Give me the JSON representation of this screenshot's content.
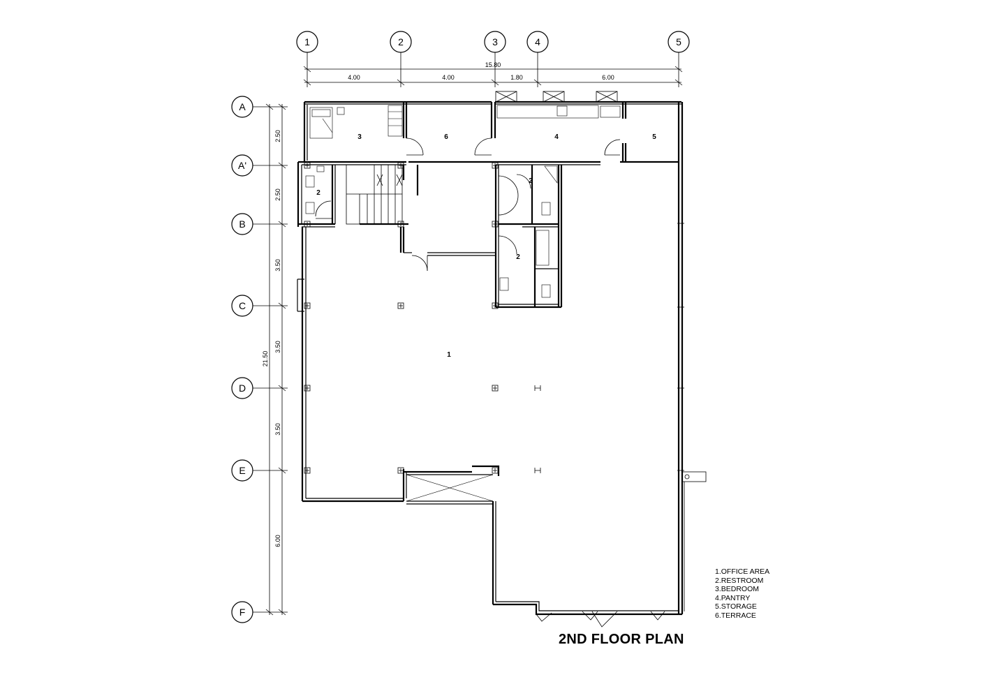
{
  "title": "2ND FLOOR PLAN",
  "grid_columns": [
    "1",
    "2",
    "3",
    "4",
    "5"
  ],
  "grid_rows": [
    "A",
    "A'",
    "B",
    "C",
    "D",
    "E",
    "F"
  ],
  "dims_top": {
    "overall": "15.80",
    "segments": [
      "4.00",
      "4.00",
      "1.80",
      "6.00"
    ]
  },
  "dims_left": {
    "overall": "21.50",
    "segments": [
      "2.50",
      "2.50",
      "3.50",
      "3.50",
      "3.50",
      "6.00"
    ]
  },
  "rooms": [
    {
      "id": "office",
      "tag": "1"
    },
    {
      "id": "restroom-a",
      "tag": "2"
    },
    {
      "id": "restroom-b",
      "tag": "2"
    },
    {
      "id": "restroom-c",
      "tag": "2"
    },
    {
      "id": "bedroom",
      "tag": "3"
    },
    {
      "id": "pantry",
      "tag": "4"
    },
    {
      "id": "storage",
      "tag": "5"
    },
    {
      "id": "terrace",
      "tag": "6"
    }
  ],
  "legend": [
    "1.OFFICE AREA",
    "2.RESTROOM",
    "3.BEDROOM",
    "4.PANTRY",
    "5.STORAGE",
    "6.TERRACE"
  ]
}
